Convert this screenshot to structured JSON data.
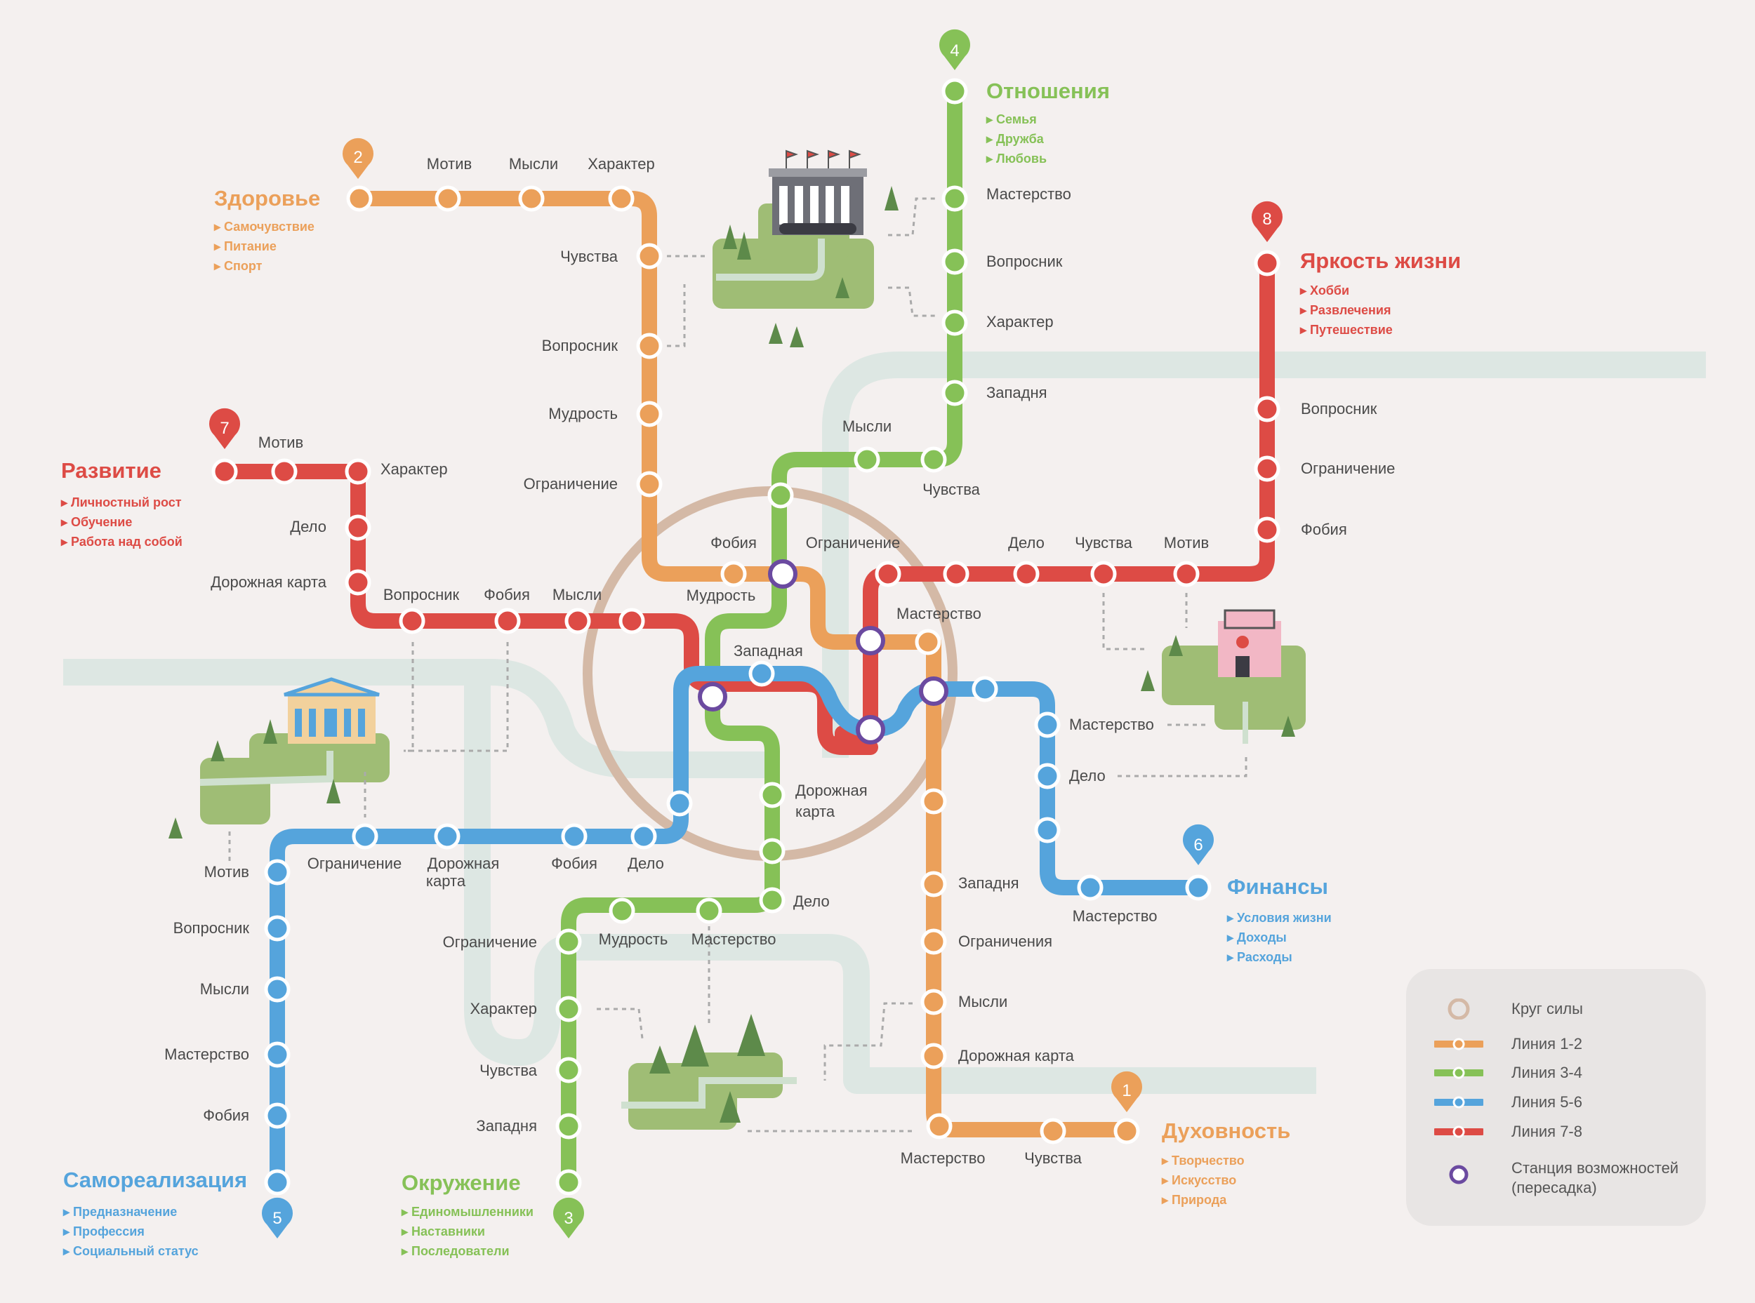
{
  "colors": {
    "background": "#f4f0ef",
    "circle_of_power": "#d4b9a6",
    "line_orange": "#eba05a",
    "line_green": "#86c157",
    "line_blue": "#55a4dc",
    "line_red": "#dd4b45",
    "transfer": "#6b4aa0",
    "river": "#dde7e3",
    "park": "#9fbd75"
  },
  "legend": {
    "circle": "Круг силы",
    "line12": "Линия 1-2",
    "line34": "Линия 3-4",
    "line56": "Линия 5-6",
    "line78": "Линия 7-8",
    "transfer": "Станция возможностей",
    "transfer2": "(пересадка)"
  },
  "pins": {
    "p1": "1",
    "p2": "2",
    "p3": "3",
    "p4": "4",
    "p5": "5",
    "p6": "6",
    "p7": "7",
    "p8": "8"
  },
  "lines": {
    "health": {
      "title": "Здоровье",
      "items": [
        "Самочувствие",
        "Питание",
        "Спорт"
      ]
    },
    "relations": {
      "title": "Отношения",
      "items": [
        "Семья",
        "Дружба",
        "Любовь"
      ]
    },
    "brightness": {
      "title": "Яркость жизни",
      "items": [
        "Хобби",
        "Развлечения",
        "Путешествие"
      ]
    },
    "development": {
      "title": "Развитие",
      "items": [
        "Личностный рост",
        "Обучение",
        "Работа над собой"
      ]
    },
    "finance": {
      "title": "Финансы",
      "items": [
        "Условия жизни",
        "Доходы",
        "Расходы"
      ]
    },
    "selfreal": {
      "title": "Самореализация",
      "items": [
        "Предназначение",
        "Профессия",
        "Социальный статус"
      ]
    },
    "environment": {
      "title": "Окружение",
      "items": [
        "Единомышленники",
        "Наставники",
        "Последователи"
      ]
    },
    "spirituality": {
      "title": "Духовность",
      "items": [
        "Творчество",
        "Искусство",
        "Природа"
      ]
    }
  },
  "stations": {
    "h_motiv": "Мотив",
    "h_mysli": "Мысли",
    "h_harakter": "Характер",
    "h_chuvstva": "Чувства",
    "h_voprosnik": "Вопросник",
    "h_mudrost": "Мудрость",
    "h_ogranichenie": "Ограничение",
    "h_fobiya": "Фобия",
    "h_mudrost2": "Мудрость",
    "r_masterstvo": "Мастерство",
    "r_voprosnik": "Вопросник",
    "r_harakter": "Характер",
    "r_zapadnya": "Западня",
    "r_mysli": "Мысли",
    "r_chuvstva": "Чувства",
    "r_ogranichenie": "Ограничение",
    "b_voprosnik": "Вопросник",
    "b_ogranichenie": "Ограничение",
    "b_fobiya": "Фобия",
    "b_delo": "Дело",
    "b_chuvstva": "Чувства",
    "b_motiv": "Мотив",
    "b_masterstvo": "Мастерство",
    "d_motiv": "Мотив",
    "d_harakter": "Характер",
    "d_delo": "Дело",
    "d_karta": "Дорожная карта",
    "d_voprosnik": "Вопросник",
    "d_fobiya": "Фобия",
    "d_mysli": "Мысли",
    "f_zapadnaya": "Западная",
    "f_masterstvo": "Мастерство",
    "f_delo": "Дело",
    "f_masterstvo2": "Мастерство",
    "s_motiv": "Мотив",
    "s_ogranichenie": "Ограничение",
    "s_karta1": "Дорожная",
    "s_karta2": "карта",
    "s_fobiya": "Фобия",
    "s_delo": "Дело",
    "s_voprosnik": "Вопросник",
    "s_mysli": "Мысли",
    "s_masterstvo": "Мастерство",
    "s_fobiya2": "Фобия",
    "e_karta1": "Дорожная",
    "e_karta2": "карта",
    "e_delo": "Дело",
    "e_mudrost": "Мудрость",
    "e_masterstvo": "Мастерство",
    "e_ogranichenie": "Ограничение",
    "e_harakter": "Характер",
    "e_chuvstva": "Чувства",
    "e_zapadnya": "Западня",
    "sp_zapadnya": "Западня",
    "sp_ogranicheniya": "Ограничения",
    "sp_mysli": "Мысли",
    "sp_karta": "Дорожная карта",
    "sp_masterstvo": "Мастерство",
    "sp_chuvstva": "Чувства"
  }
}
